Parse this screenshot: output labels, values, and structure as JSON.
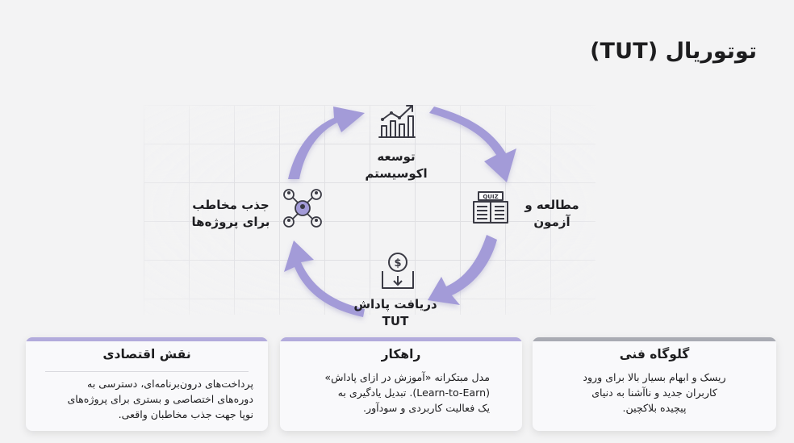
{
  "title": "توتوریال (TUT)",
  "cycle": {
    "top": "توسعه اکوسیستم",
    "right": "مطالعه و آزمون",
    "bottom": "دریافت پاداش TUT",
    "left": "جذب مخاطب برای پروژه‌ها"
  },
  "icons": {
    "top": "growth-chart-icon",
    "right": "quiz-book-icon",
    "bottom": "coin-deposit-icon",
    "left": "audience-network-icon",
    "quiz_label": "QUIZ",
    "coin_symbol": "$"
  },
  "colors": {
    "arrow": "#a39bd8",
    "card_bar_purple": "#b2abdc",
    "card_bar_gray": "#a9abb3"
  },
  "cards": [
    {
      "heading": "نقش اقتصادی",
      "lines": [
        "پرداخت‌های درون‌برنامه‌ای، دسترسی به",
        "دوره‌های اختصاصی و بستری برای پروژه‌های",
        "نوپا جهت جذب مخاطبان واقعی."
      ]
    },
    {
      "heading": "راهکار",
      "lines": [
        "مدل مبتکرانه «آموزش در ازای پاداش»",
        "(Learn-to-Earn). تبدیل یادگیری به",
        "یک فعالیت کاربردی و سودآور."
      ]
    },
    {
      "heading": "گلوگاه فنی",
      "lines": [
        "ریسک و ابهام بسیار بالا برای ورود",
        "کاربران جدید و ناآشنا به دنیای",
        "پیچیده بلاکچین."
      ]
    }
  ]
}
